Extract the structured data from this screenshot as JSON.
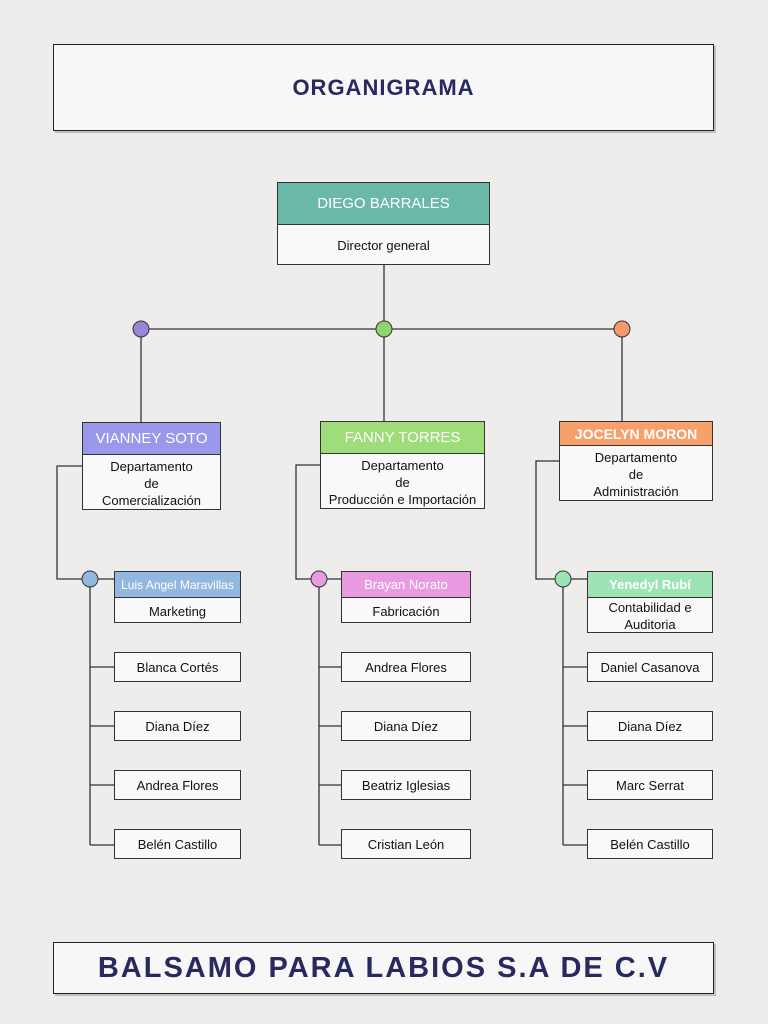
{
  "title": "ORGANIGRAMA",
  "footer": "BALSAMO PARA LABIOS S.A DE C.V",
  "director": {
    "name": "DIEGO BARRALES",
    "role": "Director general",
    "color": "#6ab8a8"
  },
  "dot_colors": {
    "left": "#9a85d8",
    "center": "#8fd46c",
    "right": "#f59a6b"
  },
  "departments": [
    {
      "head": "VIANNEY SOTO",
      "head_color": "#9b97ea",
      "dept_lines": [
        "Departamento",
        "de",
        "Comercialización"
      ],
      "branch_dot_color": "#92b8e0",
      "lead": {
        "name": "Luis Angel Maravillas",
        "role": "Marketing",
        "color": "#92b8e0"
      },
      "members": [
        "Blanca Cortés",
        "Diana Díez",
        "Andrea Flores",
        "Belén Castillo"
      ]
    },
    {
      "head": "FANNY TORRES",
      "head_color": "#9fdc7a",
      "dept_lines": [
        "Departamento",
        "de",
        "Producción e Importación"
      ],
      "branch_dot_color": "#e89be0",
      "lead": {
        "name": "Brayan Norato",
        "role": "Fabricación",
        "color": "#e89be0"
      },
      "members": [
        "Andrea Flores",
        "Diana Díez",
        "Beatriz Iglesias",
        "Cristian León"
      ]
    },
    {
      "head": "JOCELYN MORON",
      "head_color": "#f7a06c",
      "dept_lines": [
        "Departamento",
        "de",
        "Administración"
      ],
      "branch_dot_color": "#9de4b4",
      "lead": {
        "name": "Yenedyl Rubí",
        "role_lines": [
          "Contabilidad e",
          "Auditoria"
        ],
        "color": "#9de4b4"
      },
      "members": [
        "Daniel Casanova",
        "Diana Díez",
        "Marc Serrat",
        "Belén Castillo"
      ]
    }
  ]
}
